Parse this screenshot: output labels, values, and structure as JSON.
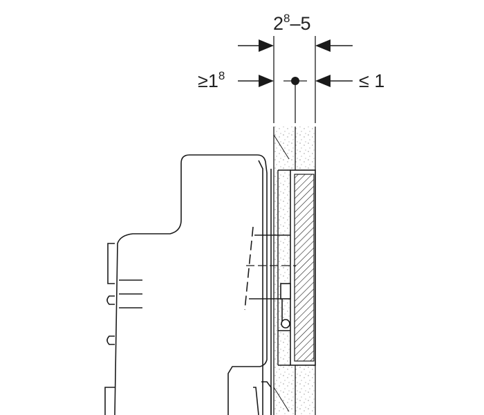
{
  "dimensions": {
    "top": {
      "base": "2",
      "sup": "8",
      "tail": "–5"
    },
    "left": {
      "base": "≥1",
      "sup": "8"
    },
    "right": {
      "text": "≤ 1"
    }
  },
  "colors": {
    "line": "#1a1a1a",
    "background": "#ffffff",
    "speckle": "#9a9a9a"
  }
}
